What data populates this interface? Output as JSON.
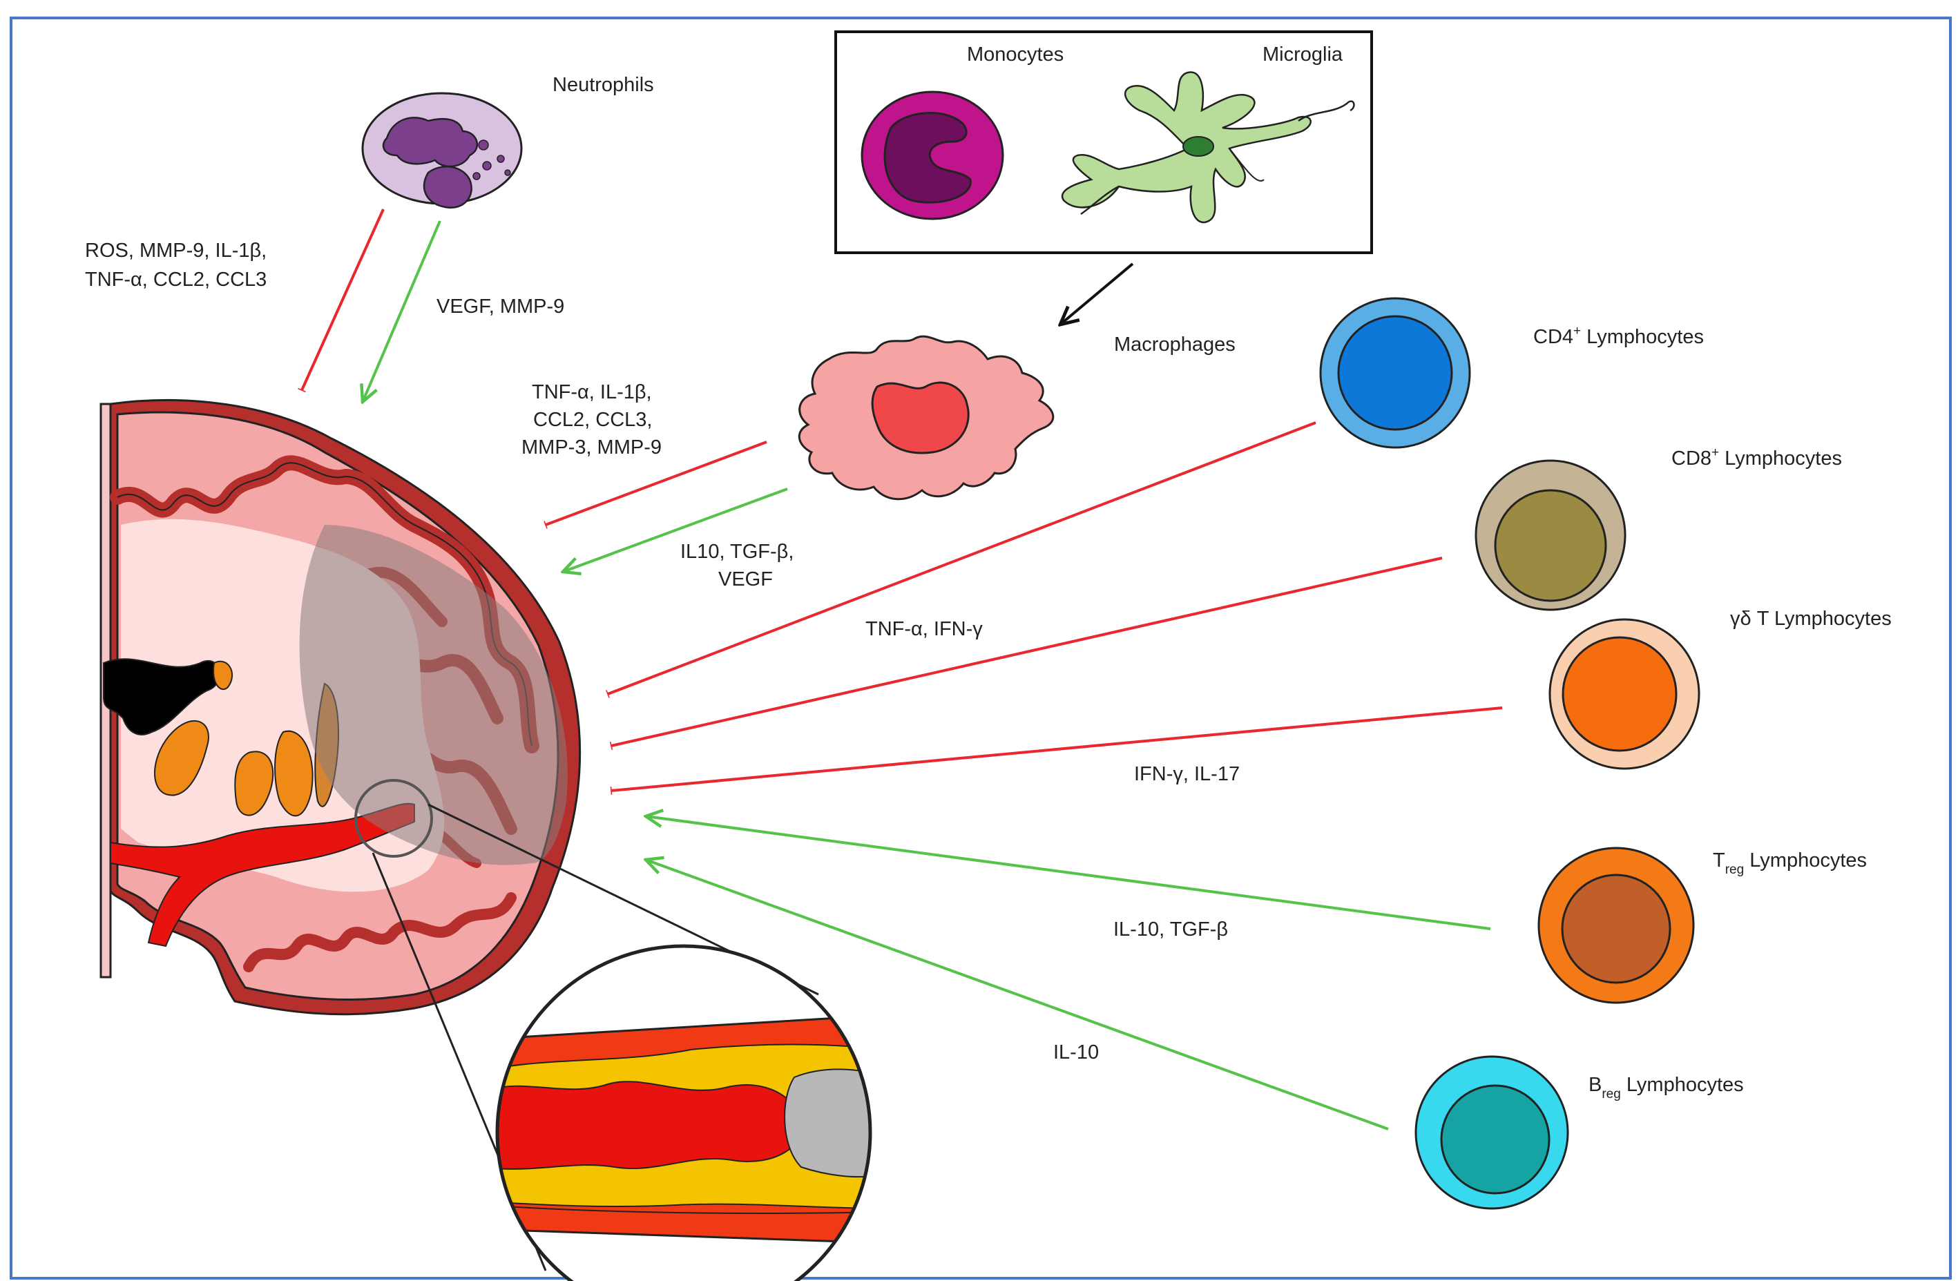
{
  "cells": {
    "neutrophils": "Neutrophils",
    "monocytes": "Monocytes",
    "microglia": "Microglia",
    "macrophages": "Macrophages",
    "cd4": {
      "base": "CD4",
      "sup": "+",
      "rest": " Lymphocytes"
    },
    "cd8": {
      "base": "CD8",
      "sup": "+",
      "rest": " Lymphocytes"
    },
    "gd": "γδ T Lymphocytes",
    "treg": {
      "base": "T",
      "sub": "reg",
      "rest": " Lymphocytes"
    },
    "breg": {
      "base": "B",
      "sub": "reg",
      "rest": " Lymphocytes"
    }
  },
  "mediators": {
    "neutrophil_harm_1": "ROS, MMP-9, IL-1β,",
    "neutrophil_harm_2": "TNF-α, CCL2, CCL3",
    "neutrophil_protect": "VEGF, MMP-9",
    "macrophage_harm_1": "TNF-α, IL-1β,",
    "macrophage_harm_2": "CCL2, CCL3,",
    "macrophage_harm_3": "MMP-3, MMP-9",
    "macrophage_protect_1": "IL10,  TGF-β,",
    "macrophage_protect_2": "VEGF",
    "lymph_harm_1": "TNF-α, IFN-γ",
    "lymph_harm_2": "IFN-γ, IL-17",
    "treg_protect": "IL-10, TGF-β",
    "breg_protect": "IL-10"
  },
  "colors": {
    "harmful": "#e8282e",
    "protective": "#55c24a",
    "frame": "#4a78c8"
  }
}
